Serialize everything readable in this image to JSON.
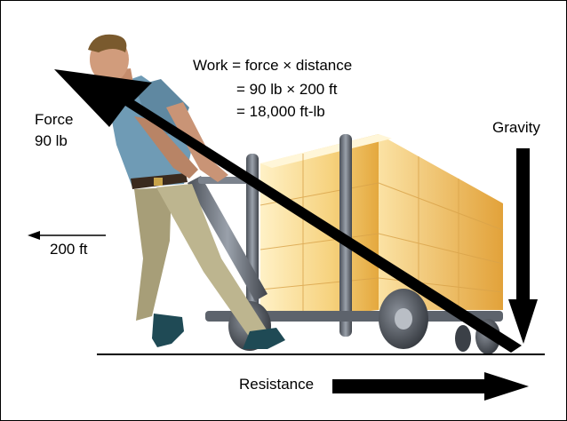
{
  "formula": {
    "line1": "Work = force × distance",
    "line2": "= 90 lb × 200 ft",
    "line3": "= 18,000 ft-lb"
  },
  "labels": {
    "force": "Force",
    "force_value": "90 lb",
    "gravity": "Gravity",
    "distance": "200 ft",
    "resistance": "Resistance"
  },
  "colors": {
    "arrow": "#000000",
    "box": "#f3c86a",
    "cart": "#6b7280",
    "shirt": "#6f9bb5",
    "pants": "#b9b08a"
  }
}
